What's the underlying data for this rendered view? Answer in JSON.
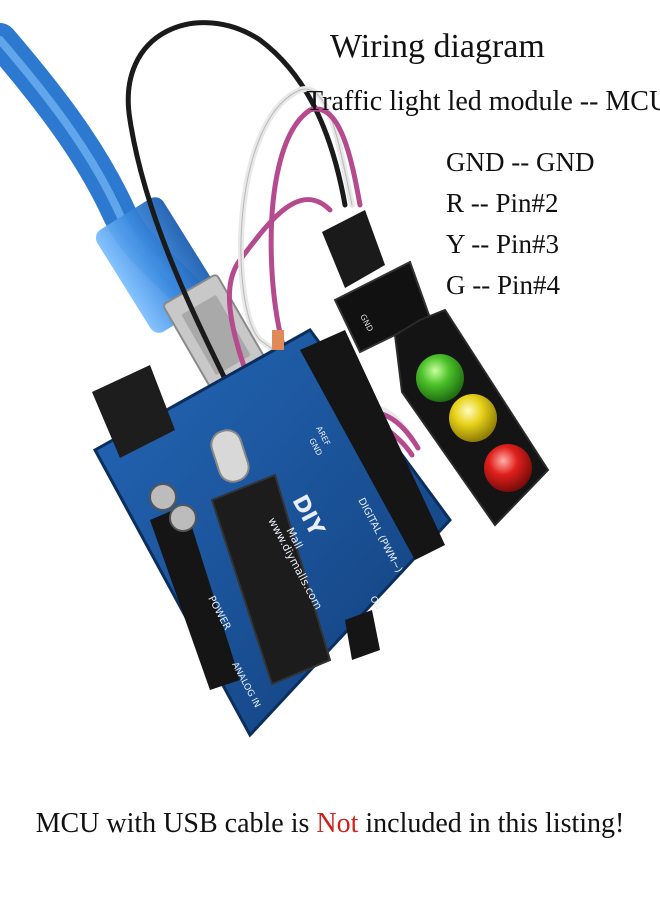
{
  "header": {
    "title": "Wiring diagram",
    "subtitle": "Traffic light led module -- MCU"
  },
  "pin_map": [
    "GND -- GND",
    "R -- Pin#2",
    "Y -- Pin#3",
    "G -- Pin#4"
  ],
  "board": {
    "brand_logo": "DIY",
    "brand_sub": "Mall",
    "website": "www.diymalls.com",
    "digital_label": "DIGITAL (PWM~)",
    "power_label": "POWER",
    "analog_label": "ANALOG IN",
    "on_label": "ON",
    "aref_label": "AREF",
    "gnd_label": "GND"
  },
  "module": {
    "gnd_label": "GND"
  },
  "colors": {
    "usb_cable": "#3d8be0",
    "board_blue": "#1b5aa6",
    "led_green": "#4cc22a",
    "led_yellow": "#e8d21a",
    "led_red": "#e0201c",
    "not_accent": "#d0201c"
  },
  "footer": {
    "note_prefix": "MCU with USB cable is ",
    "note_accent": "Not",
    "note_suffix": " included in this listing!"
  }
}
